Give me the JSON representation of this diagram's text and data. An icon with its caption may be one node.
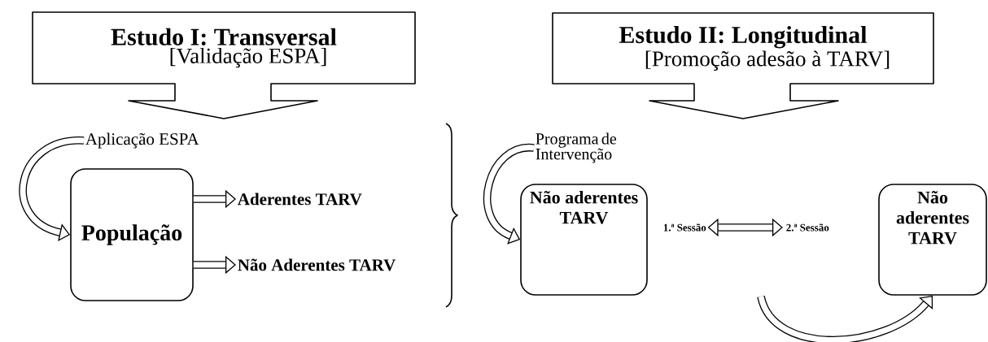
{
  "diagram": {
    "nodes": [
      {
        "text": [
          "Estudo I: Transversal",
          "[Validação ESPA]"
        ]
      },
      {
        "text": [
          "Estudo II: Longitudinal",
          "[Promoção adesão à TARV]"
        ]
      },
      {
        "text": [
          "População"
        ]
      },
      {
        "text": [
          "Aderentes TARV"
        ]
      },
      {
        "text": [
          "Não Aderentes TARV"
        ]
      },
      {
        "text": [
          "Aplicação ESPA"
        ]
      },
      {
        "text": [
          "Programa de Intervenção"
        ]
      },
      {
        "text": [
          "Não aderentes TARV"
        ]
      },
      {
        "text": [
          "1.ª Sessão"
        ]
      },
      {
        "text": [
          "2.ª Sessão"
        ]
      },
      {
        "text": [
          "Não aderentes TARV"
        ]
      }
    ],
    "edges": [
      {
        "from": 5,
        "to": 2,
        "arrow": "to"
      },
      {
        "from": 2,
        "to": 3,
        "arrow": "to"
      },
      {
        "from": 2,
        "to": 4,
        "arrow": "to"
      },
      {
        "from": 6,
        "to": 7,
        "arrow": "to"
      },
      {
        "from": 8,
        "to": 9,
        "arrow": "both"
      },
      {
        "from": null,
        "to": 10,
        "arrow": "to"
      }
    ]
  }
}
